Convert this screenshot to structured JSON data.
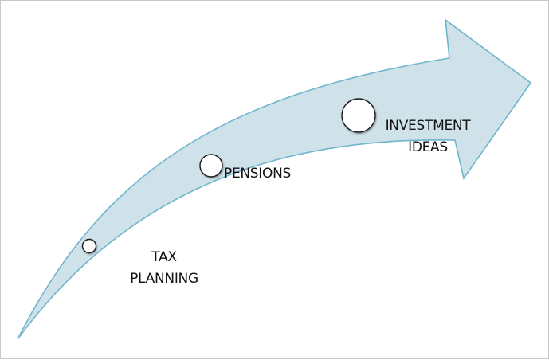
{
  "diagram": {
    "type": "curved-arrow-timeline",
    "colors": {
      "arrow_fill": "#cfe2ea",
      "arrow_stroke": "#6fb5cc",
      "circle_fill": "#ffffff",
      "circle_stroke": "#1a1a1a",
      "text": "#111111",
      "border": "#c8c8c8"
    },
    "steps": [
      {
        "label_line1": "TAX",
        "label_line2": "PLANNING",
        "marker_size": "small"
      },
      {
        "label_line1": "PENSIONS",
        "marker_size": "medium"
      },
      {
        "label_line1": "INVESTMENT",
        "label_line2": "IDEAS",
        "marker_size": "large"
      }
    ]
  }
}
